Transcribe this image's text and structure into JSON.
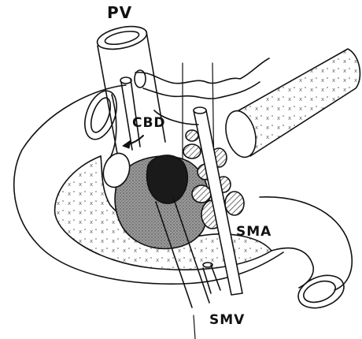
{
  "labels": {
    "pv": "PV",
    "cbd": "CBD",
    "sma": "SMA",
    "smv": "SMV"
  },
  "colors": {
    "ink": "#111111",
    "paper": "#ffffff",
    "tumor_dark": "#1a1a1a",
    "stipple": "#777777"
  }
}
